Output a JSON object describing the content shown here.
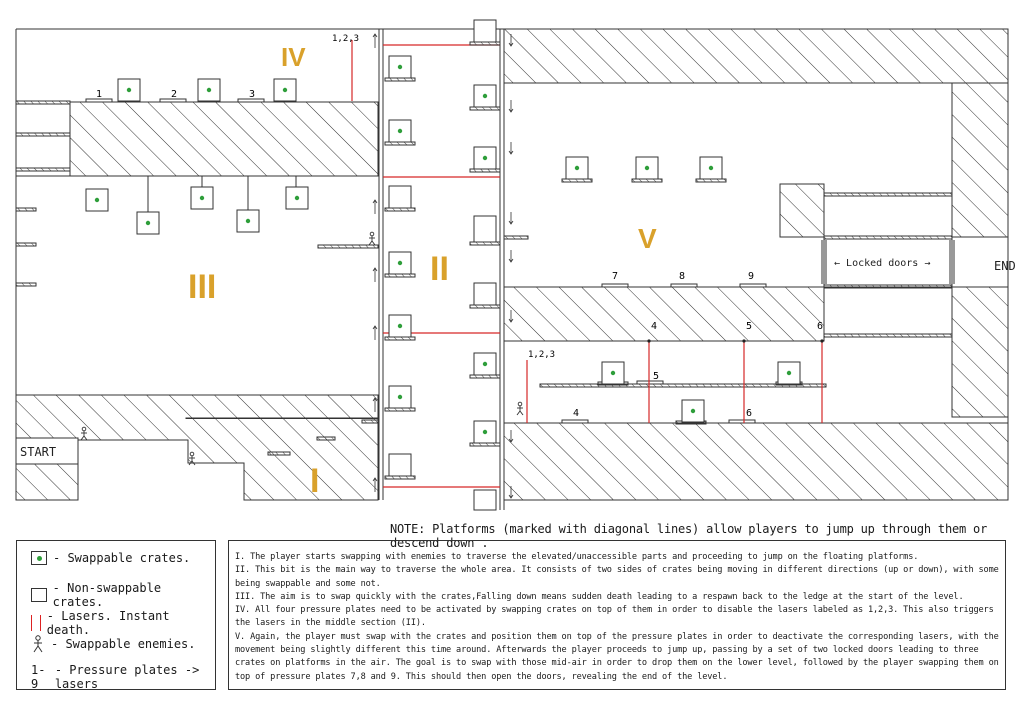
{
  "sections": {
    "one": "I",
    "two": "II",
    "three": "III",
    "four": "IV",
    "five": "V"
  },
  "labels": {
    "start": "START",
    "end": "END",
    "locked_doors": "Locked doors",
    "laser_group_top": "1,2,3",
    "laser_group_lower": "1,2,3"
  },
  "plates": {
    "top": [
      "1",
      "2",
      "3"
    ],
    "upper_row": [
      "7",
      "8",
      "9"
    ],
    "laser_marks": [
      "4",
      "5",
      "6"
    ],
    "lower": [
      "5",
      "4",
      "6"
    ]
  },
  "note": "NOTE: Platforms (marked with diagonal lines) allow players to jump up through them or descend down .",
  "legend": {
    "swappable": "- Swappable crates.",
    "non_swappable": "- Non-swappable crates.",
    "lasers": "- Lasers. Instant death.",
    "enemies": "- Swappable enemies.",
    "plates_symbol": "1-9",
    "plates": "- Pressure plates -> lasers"
  },
  "descriptions": [
    "I. The player starts swapping with enemies to traverse the elevated/unaccessible parts and proceeding to jump on the floating platforms.",
    "II. This bit is the main way to traverse the whole area. It consists of two sides of crates being moving in different directions (up or down), with some being swappable and some not.",
    "III. The aim is to swap quickly with the crates,Falling down means sudden death leading to a respawn back to the ledge at the start of the level.",
    "IV. All four pressure plates need to be activated by swapping crates on top of them in order to disable the lasers labeled as 1,2,3. This also triggers the lasers in the middle section (II).",
    "V. Again, the player must swap with the crates and position them on top of the pressure plates in order to deactivate the corresponding lasers, with the movement being slightly different this time around. Afterwards the player proceeds to jump up, passing by a set of two locked doors leading to three crates on platforms in the air. The goal is to swap with those mid-air in order to drop them on the lower level, followed by the player swapping them on top of  pressure plates 7,8 and 9. This should then open the doors, revealing the end of the level."
  ],
  "colors": {
    "section_label": "#d9a12b",
    "laser": "#d62828",
    "crate_dot": "#2e9e3a",
    "line": "#333333"
  }
}
